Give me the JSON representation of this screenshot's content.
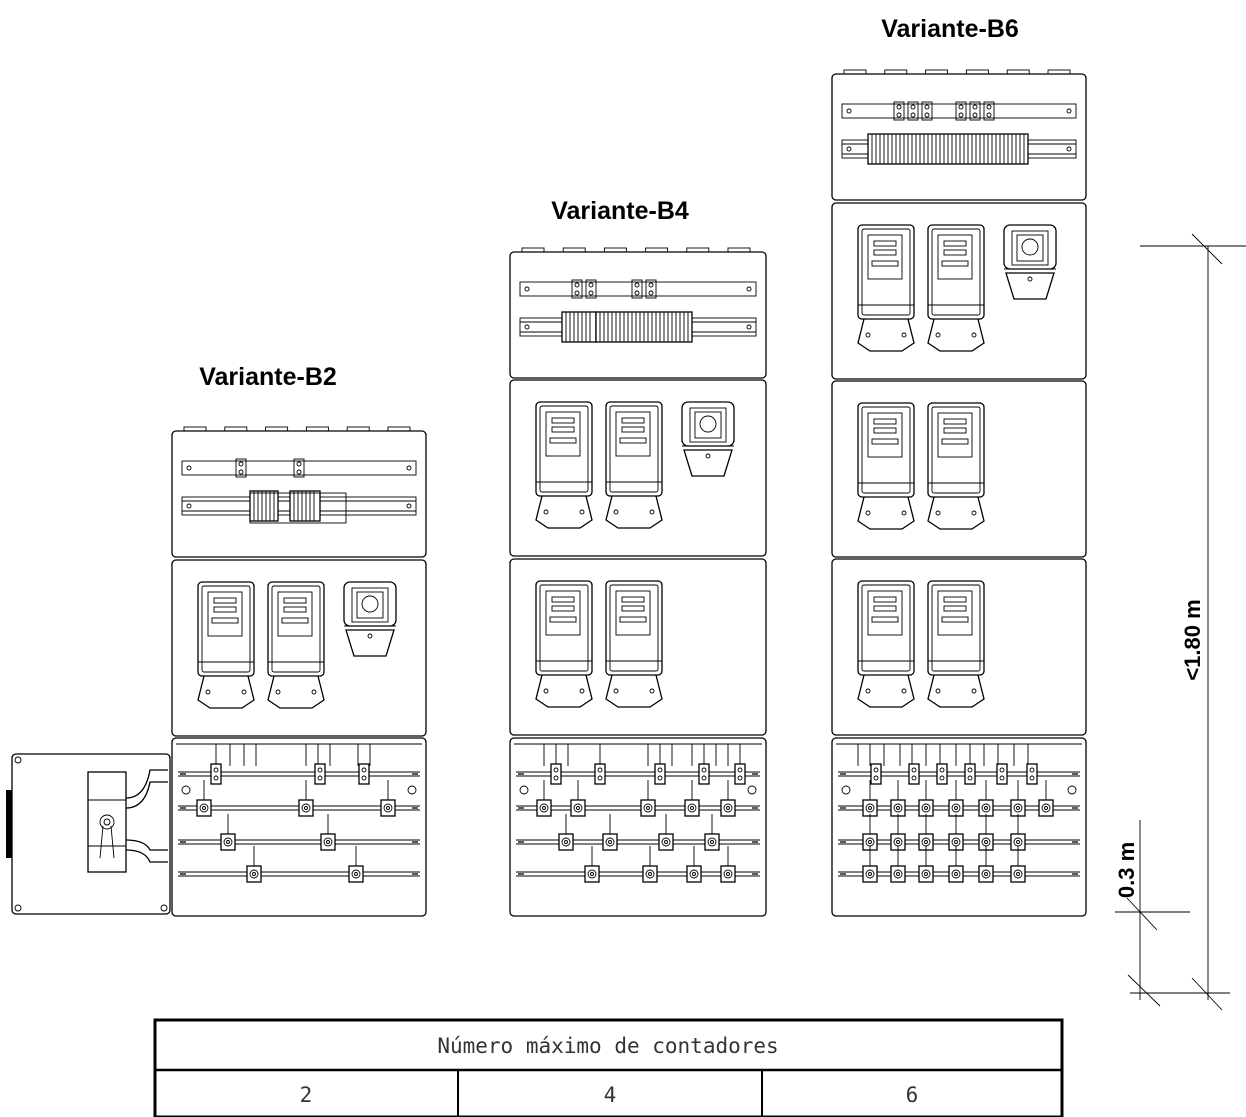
{
  "variants": [
    {
      "id": "b2",
      "title": "Variante-B2",
      "meters": 2
    },
    {
      "id": "b4",
      "title": "Variante-B4",
      "meters": 4
    },
    {
      "id": "b6",
      "title": "Variante-B6",
      "meters": 6
    }
  ],
  "dimensions": {
    "total_height_label": "<1.80 m",
    "base_height_label": "0.3 m"
  },
  "table": {
    "header": "Número máximo de contadores",
    "values": [
      "2",
      "4",
      "6"
    ]
  }
}
